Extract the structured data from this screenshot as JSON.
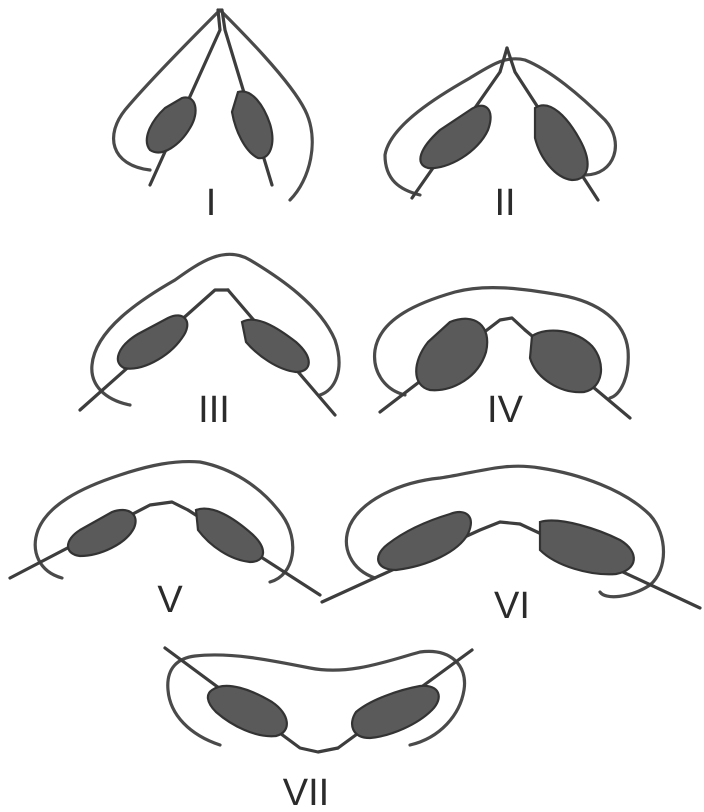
{
  "figures": [
    {
      "id": "I",
      "label": "I"
    },
    {
      "id": "II",
      "label": "II"
    },
    {
      "id": "III",
      "label": "III"
    },
    {
      "id": "IV",
      "label": "IV"
    },
    {
      "id": "V",
      "label": "V"
    },
    {
      "id": "VI",
      "label": "VI"
    },
    {
      "id": "VII",
      "label": "VII"
    }
  ],
  "colors": {
    "outline": "#4a4a4a",
    "lobe_fill": "#5a5a5a",
    "background": "#ffffff"
  }
}
